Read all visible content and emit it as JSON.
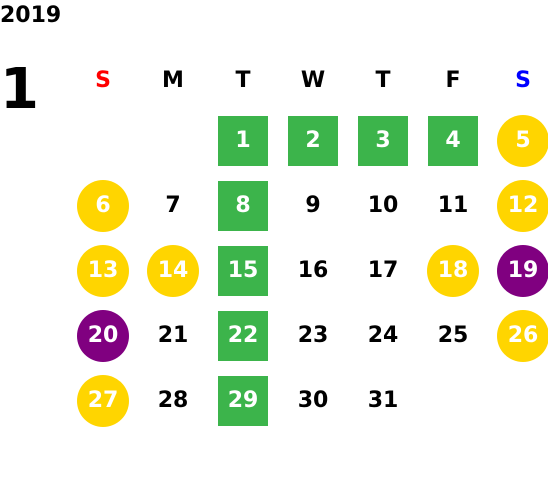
{
  "year": "2019",
  "month": "1",
  "weekdays": [
    {
      "label": "S",
      "color": "#ff0000"
    },
    {
      "label": "M",
      "color": "#000000"
    },
    {
      "label": "T",
      "color": "#000000"
    },
    {
      "label": "W",
      "color": "#000000"
    },
    {
      "label": "T",
      "color": "#000000"
    },
    {
      "label": "F",
      "color": "#000000"
    },
    {
      "label": "S",
      "color": "#0000ff"
    }
  ],
  "first_weekday": 2,
  "colors": {
    "green": "#3cb44b",
    "yellow": "#ffd500",
    "purple": "#800080"
  },
  "days": [
    {
      "d": "1",
      "style": "green"
    },
    {
      "d": "2",
      "style": "green"
    },
    {
      "d": "3",
      "style": "green"
    },
    {
      "d": "4",
      "style": "green"
    },
    {
      "d": "5",
      "style": "yellow"
    },
    {
      "d": "6",
      "style": "yellow"
    },
    {
      "d": "7",
      "style": "plain"
    },
    {
      "d": "8",
      "style": "green"
    },
    {
      "d": "9",
      "style": "plain"
    },
    {
      "d": "10",
      "style": "plain"
    },
    {
      "d": "11",
      "style": "plain"
    },
    {
      "d": "12",
      "style": "yellow"
    },
    {
      "d": "13",
      "style": "yellow"
    },
    {
      "d": "14",
      "style": "yellow"
    },
    {
      "d": "15",
      "style": "green"
    },
    {
      "d": "16",
      "style": "plain"
    },
    {
      "d": "17",
      "style": "plain"
    },
    {
      "d": "18",
      "style": "yellow"
    },
    {
      "d": "19",
      "style": "purple"
    },
    {
      "d": "20",
      "style": "purple"
    },
    {
      "d": "21",
      "style": "plain"
    },
    {
      "d": "22",
      "style": "green"
    },
    {
      "d": "23",
      "style": "plain"
    },
    {
      "d": "24",
      "style": "plain"
    },
    {
      "d": "25",
      "style": "plain"
    },
    {
      "d": "26",
      "style": "yellow"
    },
    {
      "d": "27",
      "style": "yellow"
    },
    {
      "d": "28",
      "style": "plain"
    },
    {
      "d": "29",
      "style": "green"
    },
    {
      "d": "30",
      "style": "plain"
    },
    {
      "d": "31",
      "style": "plain"
    }
  ]
}
